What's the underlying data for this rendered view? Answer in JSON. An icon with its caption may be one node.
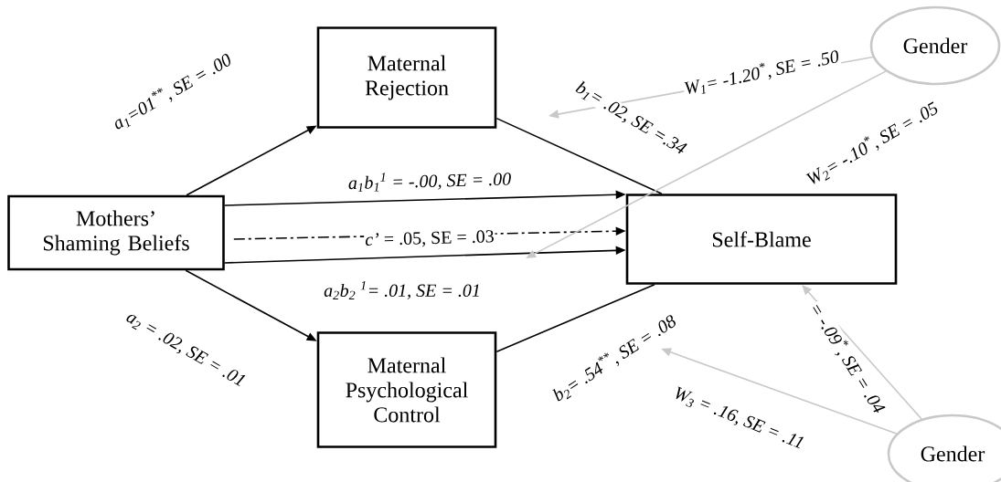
{
  "diagram": {
    "nodes": [
      {
        "text": [
          "Mothers’ Shaming Beliefs"
        ]
      },
      {
        "text": [
          "Maternal Rejection"
        ]
      },
      {
        "text": [
          "Maternal Psychological Control"
        ]
      },
      {
        "text": [
          "Self-Blame"
        ]
      },
      {
        "text": [
          "Gender"
        ]
      },
      {
        "text": [
          "Gender"
        ]
      }
    ],
    "edges": [
      {
        "from": 0,
        "to": 1,
        "arrow": "to",
        "label": "a$_{1}$=01$^{**}$, SE = .00"
      },
      {
        "from": 1,
        "to": 3,
        "arrow": "none",
        "label": "b$_{1}$= .02, SE =.34"
      },
      {
        "from": 0,
        "to": 2,
        "arrow": "to",
        "label": "a$_{2}$ = .02, SE = .01"
      },
      {
        "from": 2,
        "to": 3,
        "arrow": "none",
        "label": "b$_{2}$= .54$^{**}$, SE = .08"
      },
      {
        "from": 0,
        "to": 3,
        "arrow": "to",
        "label": "a$_{1}$b$_{1}$$^{1}$ = -.00, SE = .00"
      },
      {
        "from": 0,
        "to": 3,
        "arrow": "to",
        "style": "dashed",
        "label": "*c’* = .05, SE = .03"
      },
      {
        "from": 0,
        "to": 3,
        "arrow": "to",
        "label": "a$_{2}$b$_{2}$ $^{1}$= .01, SE = .01"
      },
      {
        "from": 4,
        "to": null,
        "arrow": "to",
        "color": "#c8c8c8",
        "label": "W$_{1}$= -1.20$^{*}$, SE = .50"
      },
      {
        "from": 4,
        "to": null,
        "arrow": "to",
        "color": "#c8c8c8",
        "label": "W$_{2}$= -.10$^{*}$, SE = .05"
      },
      {
        "from": 5,
        "to": 3,
        "arrow": "to",
        "color": "#c8c8c8",
        "label": "= -.09$^{*}$, SE = .04"
      },
      {
        "from": 5,
        "to": null,
        "arrow": "to",
        "color": "#c8c8c8",
        "label": "W$_{3}$ = .16, SE = .11"
      }
    ]
  }
}
